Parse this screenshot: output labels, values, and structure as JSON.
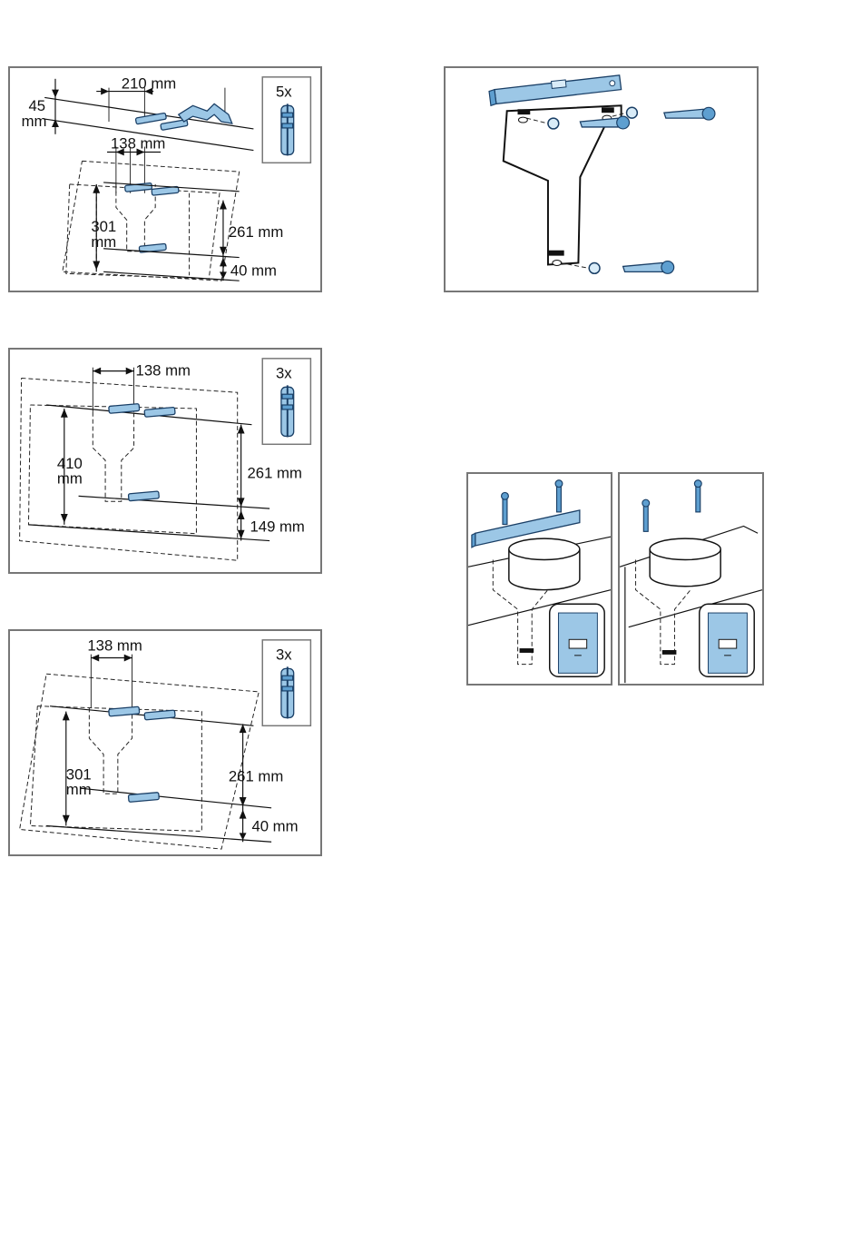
{
  "panel1": {
    "dim_top_width": "210 mm",
    "dim_height_value": "45",
    "dim_height_unit": "mm",
    "dim_spacing": "138 mm",
    "dim_vertical_value": "301",
    "dim_vertical_unit": "mm",
    "dim_right_upper": "261 mm",
    "dim_right_lower": "40 mm",
    "quantity_badge": "5x"
  },
  "panel2": {
    "dim_spacing": "138 mm",
    "dim_vertical_value": "410",
    "dim_vertical_unit": "mm",
    "dim_right_upper": "261 mm",
    "dim_right_lower": "149 mm",
    "quantity_badge": "3x"
  },
  "panel3": {
    "dim_spacing": "138 mm",
    "dim_vertical_value": "301",
    "dim_vertical_unit": "mm",
    "dim_right_upper": "261 mm",
    "dim_right_lower": "40 mm",
    "quantity_badge": "3x"
  },
  "colors": {
    "part_fill": "#9cc7e6",
    "part_stroke": "#1a3f66",
    "frame_border": "#777777"
  },
  "icons": [
    "wall-plug-icon",
    "screw-icon",
    "washer-icon",
    "spirit-level-icon",
    "bracket-icon",
    "duct-ring-icon",
    "clip-detail-icon"
  ]
}
